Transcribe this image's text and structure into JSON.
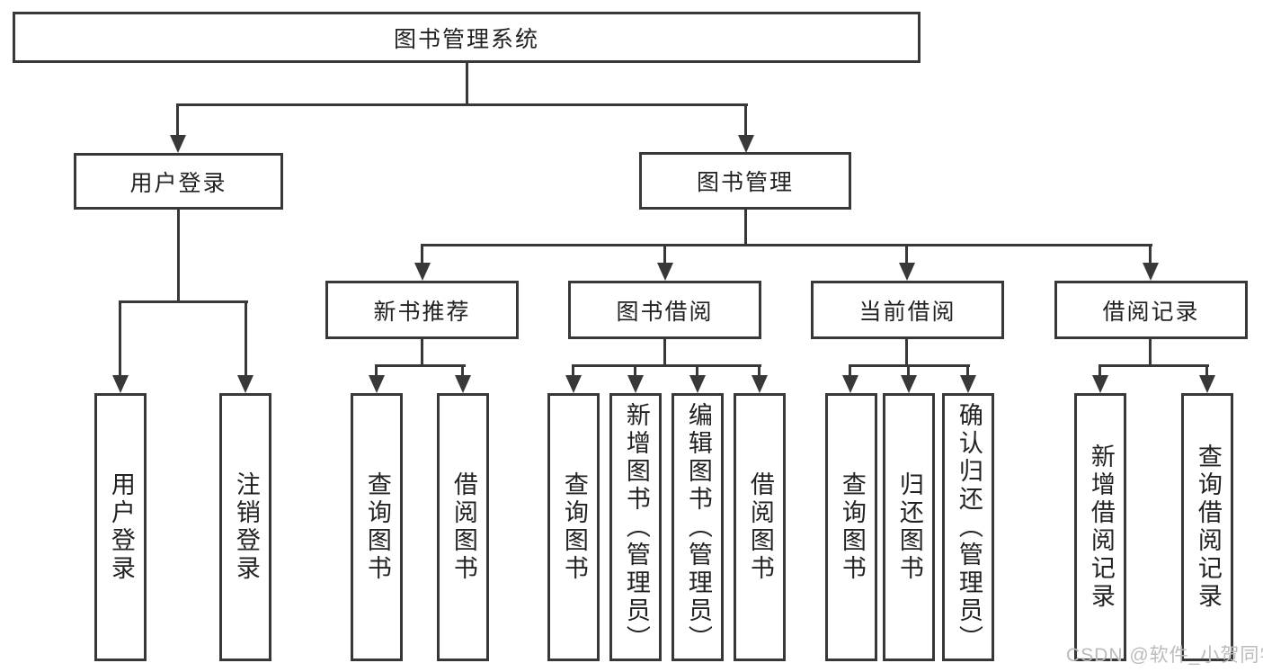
{
  "nodes": {
    "root": {
      "label": "图书管理系统"
    },
    "user_login": {
      "label": "用户登录"
    },
    "book_management": {
      "label": "图书管理"
    },
    "new_book_recommend": {
      "label": "新书推荐"
    },
    "book_borrowing": {
      "label": "图书借阅"
    },
    "current_borrowing": {
      "label": "当前借阅"
    },
    "borrowing_records": {
      "label": "借阅记录"
    },
    "leaf_user_login": {
      "label": "用户登录"
    },
    "leaf_logout": {
      "label": "注销登录"
    },
    "leaf_nb_query_books": {
      "label": "查询图书"
    },
    "leaf_nb_borrow_books": {
      "label": "借阅图书"
    },
    "leaf_bb_query_books": {
      "label": "查询图书"
    },
    "leaf_bb_add_books": {
      "label": "新增图书（管理员）"
    },
    "leaf_bb_edit_books": {
      "label": "编辑图书（管理员）"
    },
    "leaf_bb_borrow_books": {
      "label": "借阅图书"
    },
    "leaf_cb_query_books": {
      "label": "查询图书"
    },
    "leaf_cb_return_books": {
      "label": "归还图书"
    },
    "leaf_cb_confirm_return": {
      "label": "确认归还（管理员）"
    },
    "leaf_br_add_record": {
      "label": "新增借阅记录"
    },
    "leaf_br_query_record": {
      "label": "查询借阅记录"
    }
  },
  "watermark": {
    "text": "CSDN @软件_小贺同学"
  },
  "colors": {
    "line": "#383838",
    "text": "#222222",
    "watermark": "#bbbbbb",
    "background": "#ffffff"
  }
}
